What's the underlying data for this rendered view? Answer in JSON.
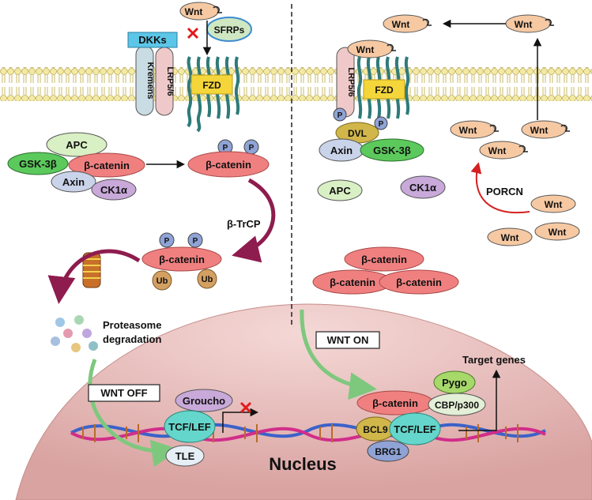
{
  "colors": {
    "membrane_head": "#f3e9a2",
    "membrane_tail": "#d8c97a",
    "beta_catenin": "#f08080",
    "wnt": "#f6c9a3",
    "apc": "#d9efc4",
    "gsk": "#5cc95c",
    "axin": "#c9d3ea",
    "ck1": "#c8a9d9",
    "phospho": "#8fa3d6",
    "ub": "#d4a062",
    "fzd": "#f5d63a",
    "tcf": "#65d6cb",
    "dkk": "#5cc6e8",
    "nucleus": "#e8b9b7",
    "inhibit_x": "#e11b1b"
  },
  "labels": {
    "wnt": "Wnt",
    "sfrps": "SFRPs",
    "dkks": "DKKs",
    "kremens": "Kremens",
    "lrp": "LRP5/6",
    "fzd": "FZD",
    "apc": "APC",
    "gsk3b": "GSK-3β",
    "beta_catenin": "β-catenin",
    "axin": "Axin",
    "ck1a": "CK1α",
    "p": "P",
    "btrcp": "β-TrCP",
    "ub": "Ub",
    "proteasome_1": "Proteasome",
    "proteasome_2": "degradation",
    "wnt_off": "WNT OFF",
    "groucho": "Groucho",
    "tcf_lef": "TCF/LEF",
    "tle": "TLE",
    "nucleus": "Nucleus",
    "dvl": "DVL",
    "porcn": "PORCN",
    "wnt_on": "WNT ON",
    "target_genes": "Target genes",
    "pygo": "Pygo",
    "cbp": "CBP/p300",
    "bcl9": "BCL9",
    "brg1": "BRG1"
  }
}
